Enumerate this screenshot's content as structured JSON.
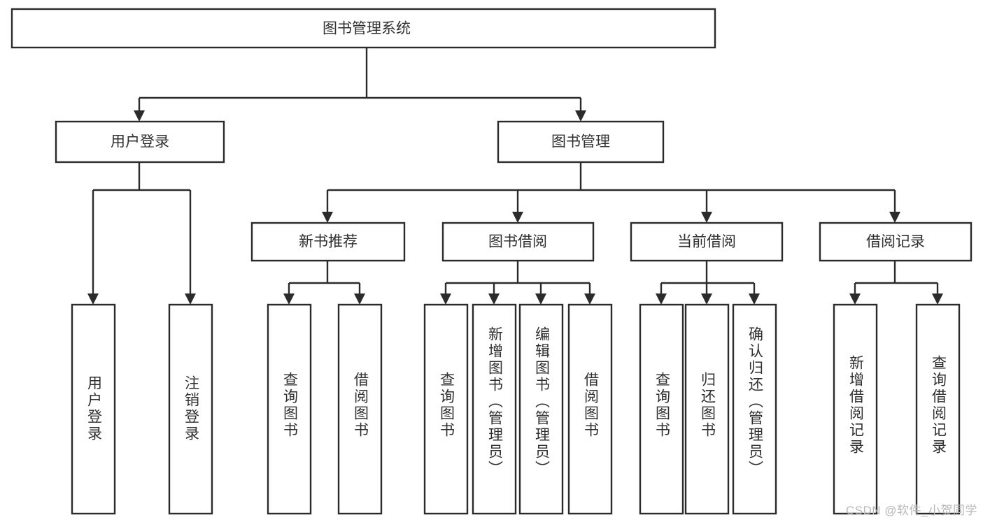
{
  "diagram": {
    "type": "tree",
    "orientation": "top-down",
    "title": "图书管理系统",
    "colors": {
      "stroke": "#2b2b2b",
      "box_fill": "#ffffff",
      "text": "#2f2f2f",
      "background": "#ffffff",
      "watermark": "#b8b8b8"
    },
    "levels": [
      {
        "level": 1,
        "nodes": [
          {
            "id": "root",
            "label": "图书管理系统",
            "orientation": "horizontal"
          }
        ]
      },
      {
        "level": 2,
        "nodes": [
          {
            "id": "user-login",
            "label": "用户登录",
            "orientation": "horizontal",
            "parent": "root"
          },
          {
            "id": "book-manage",
            "label": "图书管理",
            "orientation": "horizontal",
            "parent": "root"
          }
        ]
      },
      {
        "level": 3,
        "nodes": [
          {
            "id": "new-book-rec",
            "label": "新书推荐",
            "orientation": "horizontal",
            "parent": "book-manage"
          },
          {
            "id": "book-borrow",
            "label": "图书借阅",
            "orientation": "horizontal",
            "parent": "book-manage"
          },
          {
            "id": "current-borrow",
            "label": "当前借阅",
            "orientation": "horizontal",
            "parent": "book-manage"
          },
          {
            "id": "borrow-record",
            "label": "借阅记录",
            "orientation": "horizontal",
            "parent": "book-manage"
          }
        ]
      },
      {
        "level": 4,
        "nodes": [
          {
            "id": "leaf-user-login",
            "label": "用户登录",
            "orientation": "vertical",
            "parent": "user-login"
          },
          {
            "id": "leaf-logout",
            "label": "注销登录",
            "orientation": "vertical",
            "parent": "user-login"
          },
          {
            "id": "leaf-query-book-1",
            "label": "查询图书",
            "orientation": "vertical",
            "parent": "new-book-rec"
          },
          {
            "id": "leaf-borrow-book-1",
            "label": "借阅图书",
            "orientation": "vertical",
            "parent": "new-book-rec"
          },
          {
            "id": "leaf-query-book-2",
            "label": "查询图书",
            "orientation": "vertical",
            "parent": "book-borrow"
          },
          {
            "id": "leaf-add-book",
            "label": "新增图书（管理员）",
            "orientation": "vertical",
            "parent": "book-borrow"
          },
          {
            "id": "leaf-edit-book",
            "label": "编辑图书（管理员）",
            "orientation": "vertical",
            "parent": "book-borrow"
          },
          {
            "id": "leaf-borrow-book-2",
            "label": "借阅图书",
            "orientation": "vertical",
            "parent": "book-borrow"
          },
          {
            "id": "leaf-query-book-3",
            "label": "查询图书",
            "orientation": "vertical",
            "parent": "current-borrow"
          },
          {
            "id": "leaf-return-book",
            "label": "归还图书",
            "orientation": "vertical",
            "parent": "current-borrow"
          },
          {
            "id": "leaf-confirm-return",
            "label": "确认归还（管理员）",
            "orientation": "vertical",
            "parent": "current-borrow"
          },
          {
            "id": "leaf-add-record",
            "label": "新增借阅记录",
            "orientation": "vertical",
            "parent": "borrow-record"
          },
          {
            "id": "leaf-query-record",
            "label": "查询借阅记录",
            "orientation": "vertical",
            "parent": "borrow-record"
          }
        ]
      }
    ],
    "watermark": "CSDN @软件_小贺同学"
  }
}
